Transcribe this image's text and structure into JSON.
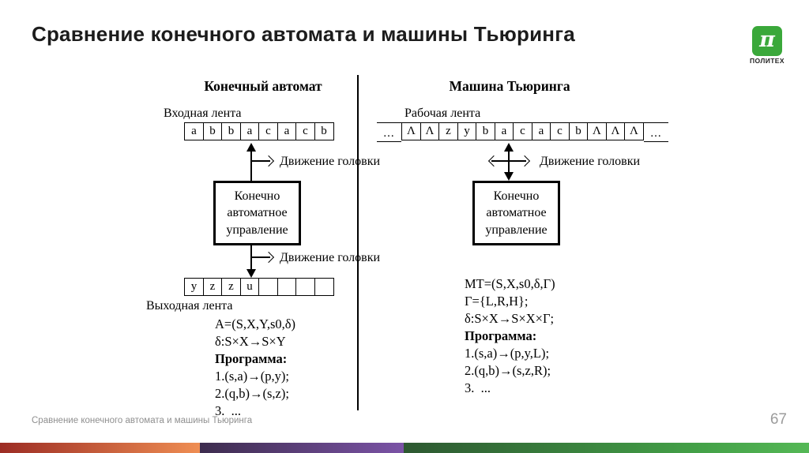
{
  "title": "Сравнение конечного автомата и машины Тьюринга",
  "logo": {
    "pi": "π",
    "caption": "ПОЛИТЕХ",
    "green": "#3aa83a"
  },
  "left": {
    "header": "Конечный автомат",
    "input_tape_label": "Входная лента",
    "input_tape": [
      "a",
      "b",
      "b",
      "a",
      "c",
      "a",
      "c",
      "b"
    ],
    "head_label_top": "Движение головки",
    "control_box": "Конечно\nавтоматное\nуправление",
    "head_label_bottom": "Движение головки",
    "output_tape": [
      "y",
      "z",
      "z",
      "u",
      "",
      "",
      "",
      ""
    ],
    "output_tape_label": "Выходная лента",
    "formulas": [
      {
        "t": "A=(S,X,Y,s0,δ)",
        "b": false
      },
      {
        "t": "δ:S×X→S×Y",
        "b": false
      },
      {
        "t": "Программа:",
        "b": true
      },
      {
        "t": "1.(s,a)→(p,y);",
        "b": false
      },
      {
        "t": "2.(q,b)→(s,z);",
        "b": false
      },
      {
        "t": "3.  ...",
        "b": false
      }
    ]
  },
  "right": {
    "header": "Машина Тьюринга",
    "tape_label": "Рабочая лента",
    "tape_left_ellipsis": "...",
    "tape": [
      "Λ",
      "Λ",
      "z",
      "y",
      "b",
      "a",
      "c",
      "a",
      "c",
      "b",
      "Λ",
      "Λ",
      "Λ"
    ],
    "tape_right_ellipsis": "...",
    "head_label": "Движение головки",
    "control_box": "Конечно\nавтоматное\nуправление",
    "formulas": [
      {
        "t": "MT=(S,X,s0,δ,Γ)",
        "b": false
      },
      {
        "t": "Γ={L,R,H};",
        "b": false
      },
      {
        "t": "δ:S×X→S×X×Γ;",
        "b": false
      },
      {
        "t": "Программа:",
        "b": true
      },
      {
        "t": "1.(s,a)→(p,y,L);",
        "b": false
      },
      {
        "t": "2.(q,b)→(s,z,R);",
        "b": false
      },
      {
        "t": "3.  ...",
        "b": false
      }
    ]
  },
  "footer": {
    "text": "Сравнение конечного автомата и машины Тьюринга",
    "page": "67"
  },
  "colors": {
    "bar_red_start": "#9c2c24",
    "bar_red_end": "#ef8e53",
    "bar_purple_start": "#3d2c4e",
    "bar_purple_end": "#7b53a6",
    "bar_green_start": "#2d5831",
    "bar_green_end": "#55b856",
    "logo_green": "#3aa83a",
    "footer_gray": "#8f8f8f"
  }
}
